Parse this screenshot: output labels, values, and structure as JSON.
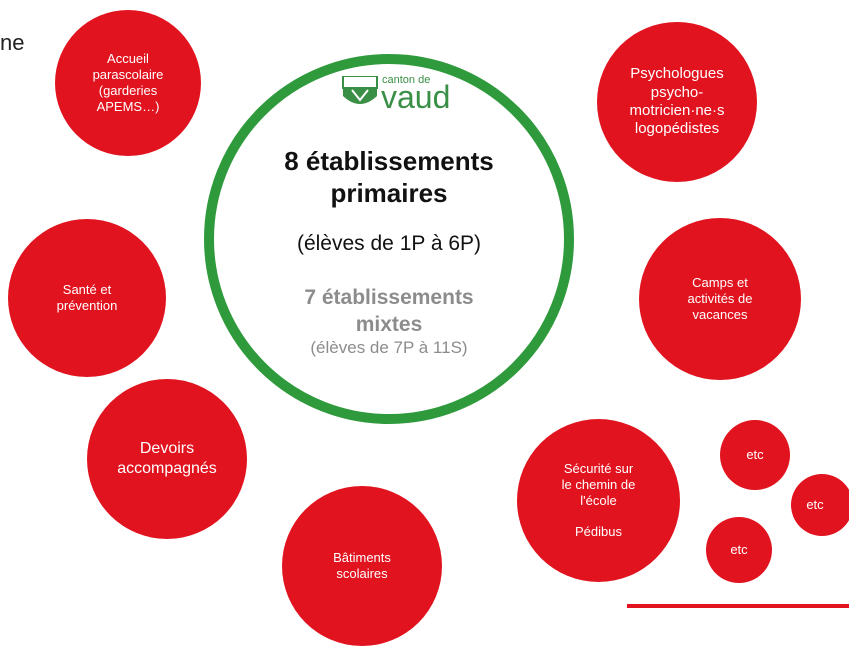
{
  "partial_text": "ne",
  "center": {
    "logo_small": "canton de",
    "logo_big": "vaud",
    "primary_line1": "8 établissements",
    "primary_line2": "primaires",
    "primary_sub": "(élèves de 1P à 6P)",
    "mixed_line1": "7 établissements",
    "mixed_line2": "mixtes",
    "mixed_sub": "(élèves de 7P à 11S)"
  },
  "bubbles": {
    "accueil": [
      "Accueil",
      "parascolaire",
      "(garderies",
      "APEMS…)"
    ],
    "sante": [
      "Santé et",
      "prévention"
    ],
    "devoirs": [
      "Devoirs",
      "accompagnés"
    ],
    "batiments": [
      "Bâtiments",
      "scolaires"
    ],
    "psychologues": [
      "Psychologues",
      "psycho-",
      "motricien·ne·s",
      "logopédistes"
    ],
    "camps": [
      "Camps et",
      "activités de",
      "vacances"
    ],
    "securite": [
      "Sécurité sur",
      "le chemin de",
      "l'école",
      "",
      "Pédibus"
    ],
    "etc1": "etc",
    "etc2": "etc",
    "etc3": "etc"
  },
  "colors": {
    "bubble": "#e1131f",
    "center_ring": "#2e9a3c",
    "logo": "#3a8f46",
    "mixed_text": "#8c8c8c"
  }
}
